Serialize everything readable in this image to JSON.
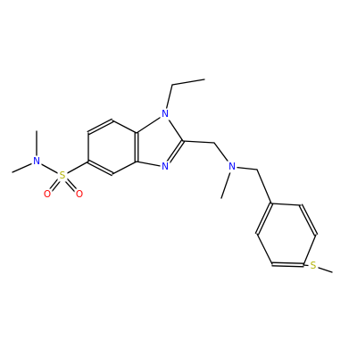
{
  "molecule": {
    "atoms": [
      {
        "id": "n_amide",
        "symbol": "N",
        "color": "#0000ff"
      },
      {
        "id": "s_sulfonyl",
        "symbol": "S",
        "color": "#b2b200"
      },
      {
        "id": "o_top",
        "symbol": "O",
        "color": "#ff0000"
      },
      {
        "id": "o_bottom",
        "symbol": "O",
        "color": "#ff0000"
      },
      {
        "id": "n1",
        "symbol": "N",
        "color": "#0000ff"
      },
      {
        "id": "n3",
        "symbol": "N",
        "color": "#0000ff"
      },
      {
        "id": "n_amine",
        "symbol": "N",
        "color": "#0000ff"
      },
      {
        "id": "s_thio",
        "symbol": "S",
        "color": "#b2b200"
      }
    ]
  }
}
